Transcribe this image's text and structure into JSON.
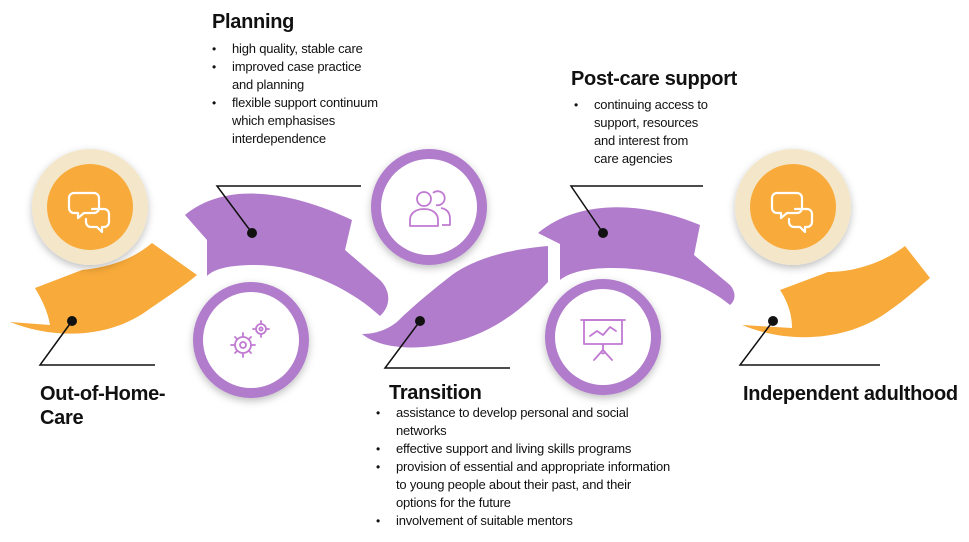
{
  "colors": {
    "orange": "#f8aa3a",
    "orange_light": "#f4e6c8",
    "purple": "#b07ccb",
    "purple_light": "#ead3f2",
    "icon_purple": "#c07ad2"
  },
  "icons": [
    "chat-bubbles-icon",
    "gears-icon",
    "users-icon",
    "presentation-chart-icon",
    "chat-bubbles-icon"
  ],
  "stages": {
    "out_of_home": {
      "title_line1": "Out-of-Home-",
      "title_line2": "Care"
    },
    "planning": {
      "title": "Planning",
      "bullets": [
        [
          "high quality, stable care"
        ],
        [
          "improved case practice",
          "and planning"
        ],
        [
          "flexible support continuum",
          "which emphasises",
          "interdependence"
        ]
      ]
    },
    "transition": {
      "title": "Transition",
      "bullets": [
        [
          "assistance to develop personal and social",
          "networks"
        ],
        [
          "effective support and living skills programs"
        ],
        [
          "provision of essential and appropriate information",
          "to young people about their past, and their",
          "options for the future"
        ],
        [
          "involvement of suitable mentors"
        ]
      ]
    },
    "post_care": {
      "title": "Post-care support",
      "bullets": [
        [
          "continuing access to",
          "support, resources",
          "and interest from",
          "care agencies"
        ]
      ]
    },
    "independent": {
      "title": "Independent adulthood"
    }
  }
}
